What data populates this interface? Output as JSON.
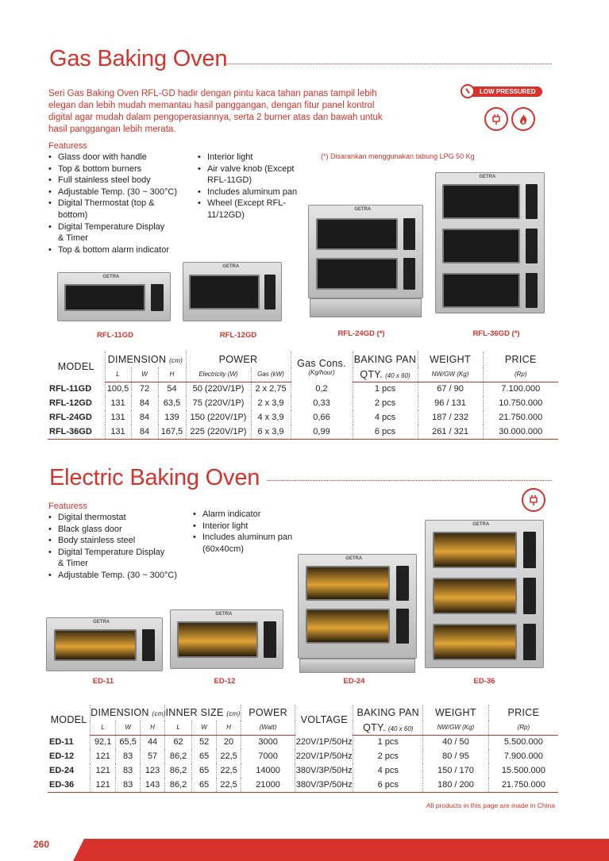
{
  "gas": {
    "title": "Gas Baking Oven",
    "intro": "Seri Gas Baking Oven RFL-GD hadir dengan pintu kaca tahan panas tampil lebih elegan dan lebih mudah memantau hasil panggangan, dengan fitur panel kontrol digital agar mudah dalam pengoperasiannya, serta 2 burner atas dan bawah untuk hasil panggangan lebih merata.",
    "badge": "LOW PRESSURED",
    "icons": [
      "plug-icon",
      "flame-icon"
    ],
    "features_heading": "Featuress",
    "features_col1": [
      "Glass door with handle",
      "Top & bottom burners",
      "Full stainless steel body",
      "Adjustable Temp. (30 ~ 300°C)",
      "Digital Thermostat (top & bottom)",
      "Digital Temperature Display & Timer",
      "Top & bottom alarm indicator"
    ],
    "features_col2": [
      "Interior light",
      "Air valve knob (Except RFL-11GD)",
      "Includes aluminum pan",
      "Wheel (Except RFL-11/12GD)"
    ],
    "note": "(*)  Disarankan menggunakan tabung LPG 50 Kg",
    "brand": "GETRA",
    "product_labels": [
      "RFL-11GD",
      "RFL-12GD",
      "RFL-24GD (*)",
      "RFL-36GD (*)"
    ],
    "table": {
      "h_model": "MODEL",
      "h_dimension": "DIMENSION",
      "h_dimension_unit": "(cm)",
      "h_power": "POWER",
      "h_gas": "Gas Cons.",
      "h_gas_unit": "(Kg/hour)",
      "h_pan": "BAKING PAN",
      "h_pan_sub": "QTY.",
      "h_pan_unit": "(40 x 60)",
      "h_weight": "WEIGHT",
      "h_weight_unit": "NW/GW (Kg)",
      "h_price": "PRICE",
      "h_price_unit": "(Rp)",
      "sub": [
        "L",
        "W",
        "H",
        "Electricity (W)",
        "Gas (kW)"
      ],
      "rows": [
        [
          "RFL-11GD",
          "100,5",
          "72",
          "54",
          "50 (220V/1P)",
          "2 x 2,75",
          "0,2",
          "1 pcs",
          "67 / 90",
          "7.100.000"
        ],
        [
          "RFL-12GD",
          "131",
          "84",
          "63,5",
          "75 (220V/1P)",
          "2 x 3,9",
          "0,33",
          "2 pcs",
          "96 / 131",
          "10.750.000"
        ],
        [
          "RFL-24GD",
          "131",
          "84",
          "139",
          "150 (220V/1P)",
          "4 x 3,9",
          "0,66",
          "4 pcs",
          "187 / 232",
          "21.750.000"
        ],
        [
          "RFL-36GD",
          "131",
          "84",
          "167,5",
          "225 (220V/1P)",
          "6 x 3,9",
          "0,99",
          "6 pcs",
          "261 / 321",
          "30.000.000"
        ]
      ]
    }
  },
  "electric": {
    "title": "Electric Baking Oven",
    "icon": "plug-icon",
    "features_heading": "Featuress",
    "features_col1": [
      "Digital thermostat",
      "Black glass door",
      "Body stainless steel",
      "Digital Temperature Display & Timer",
      "Adjustable Temp. (30 ~ 300°C)"
    ],
    "features_col2": [
      "Alarm indicator",
      "Interior light",
      "Includes aluminum pan (60x40cm)"
    ],
    "brand": "GETRA",
    "product_labels": [
      "ED-11",
      "ED-12",
      "ED-24",
      "ED-36"
    ],
    "table": {
      "h_model": "MODEL",
      "h_dimension": "DIMENSION",
      "h_dimension_unit": "(cm)",
      "h_inner": "INNER SIZE",
      "h_inner_unit": "(cm)",
      "h_power": "POWER",
      "h_power_unit": "(Watt)",
      "h_voltage": "VOLTAGE",
      "h_pan": "BAKING PAN",
      "h_pan_sub": "QTY.",
      "h_pan_unit": "(40 x 60)",
      "h_weight": "WEIGHT",
      "h_weight_unit": "NW/GW (Kg)",
      "h_price": "PRICE",
      "h_price_unit": "(Rp)",
      "sub": [
        "L",
        "W",
        "H",
        "L",
        "W",
        "H"
      ],
      "rows": [
        [
          "ED-11",
          "92,1",
          "65,5",
          "44",
          "62",
          "52",
          "20",
          "3000",
          "220V/1P/50Hz",
          "1 pcs",
          "40 / 50",
          "5.500.000"
        ],
        [
          "ED-12",
          "121",
          "83",
          "57",
          "86,2",
          "65",
          "22,5",
          "7000",
          "220V/1P/50Hz",
          "2 pcs",
          "80 / 95",
          "7.900.000"
        ],
        [
          "ED-24",
          "121",
          "83",
          "123",
          "86,2",
          "65",
          "22,5",
          "14000",
          "380V/3P/50Hz",
          "4 pcs",
          "150 / 170",
          "15.500.000"
        ],
        [
          "ED-36",
          "121",
          "83",
          "143",
          "86,2",
          "65",
          "22,5",
          "21000",
          "380V/3P/50Hz",
          "6 pcs",
          "180 / 200",
          "21.750.000"
        ]
      ]
    }
  },
  "footnote": "All products in this page are made in China",
  "page_number": "260",
  "colors": {
    "accent": "#d7322b"
  }
}
